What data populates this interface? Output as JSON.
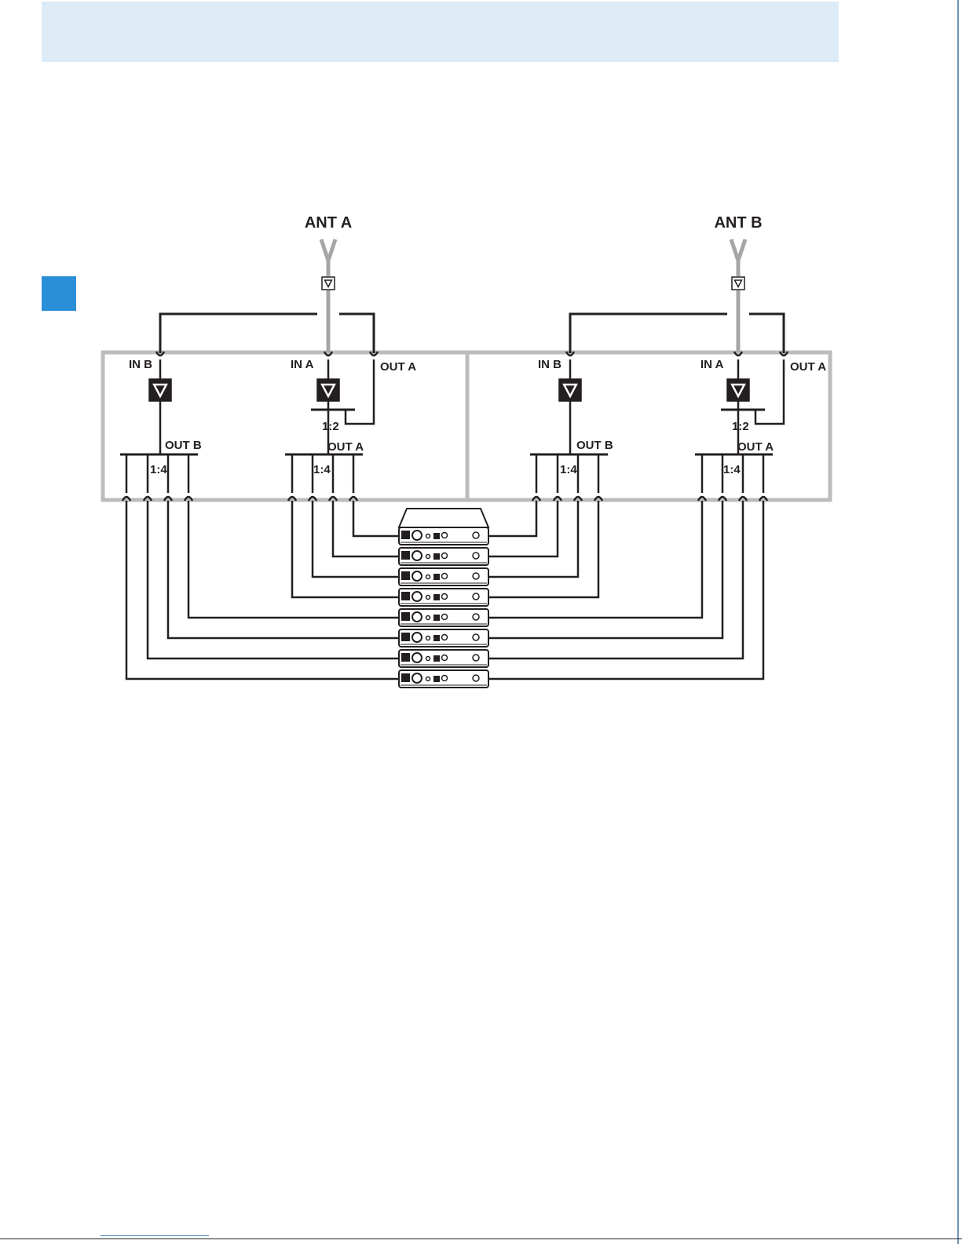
{
  "diagram": {
    "antennas": [
      {
        "label": "ANT A"
      },
      {
        "label": "ANT B"
      }
    ],
    "modules": [
      {
        "in_b": "IN B",
        "in_a": "IN A",
        "out_a_top": "OUT A",
        "splitter_1_2": "1:2",
        "out_b": "OUT B",
        "out_a": "OUT A",
        "ratio_b": "1:4",
        "ratio_a": "1:4"
      },
      {
        "in_b": "IN B",
        "in_a": "IN A",
        "out_a_top": "OUT A",
        "splitter_1_2": "1:2",
        "out_b": "OUT B",
        "out_a": "OUT A",
        "ratio_b": "1:4",
        "ratio_a": "1:4"
      }
    ],
    "receivers_count_label": ""
  },
  "colors": {
    "header_band": "#ddebf7",
    "side_marker": "#2b8fd8",
    "antenna_gray": "#a6a6a6",
    "frame_gray": "#bcbcbc",
    "line_black": "#231f20"
  }
}
